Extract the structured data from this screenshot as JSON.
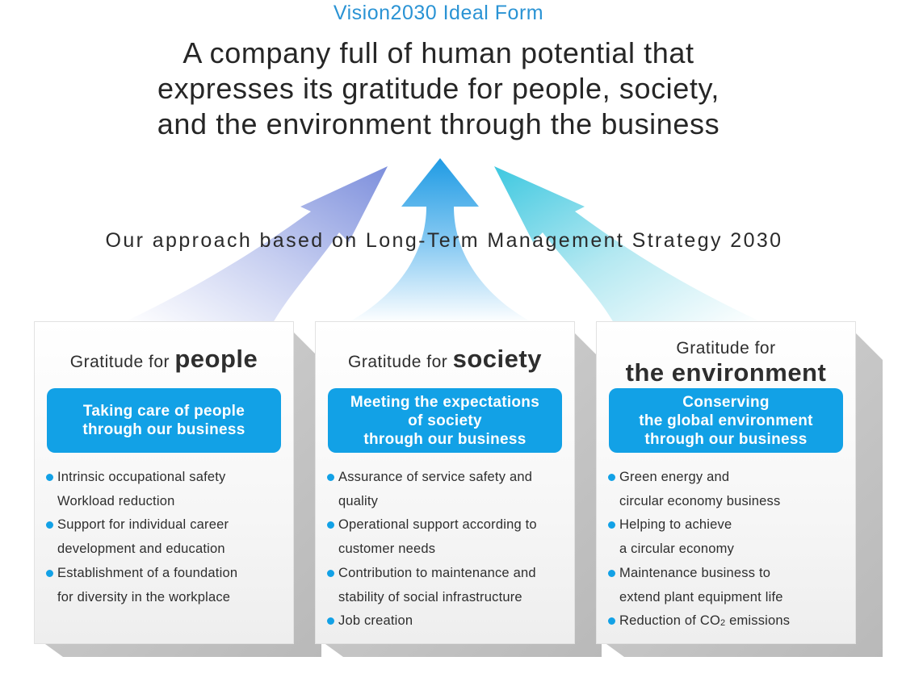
{
  "header": {
    "eyebrow": "Vision2030 Ideal Form",
    "vision_lines": [
      "A company full of human potential that",
      "expresses its gratitude for people, society,",
      "and the environment through the business"
    ]
  },
  "approach": "Our approach based on Long-Term Management Strategy 2030",
  "colors": {
    "accent": "#12a1e6",
    "eyebrow": "#2a93d4",
    "arrow_people": "#7d8fdc",
    "arrow_society": "#1f9be4",
    "arrow_environment": "#3ec8e0"
  },
  "cards": [
    {
      "head_prefix": "Gratitude for ",
      "head_keyword": "people",
      "pill_lines": [
        "Taking care of people",
        "through our business"
      ],
      "items": [
        [
          "Intrinsic occupational safety",
          "Workload reduction"
        ],
        [
          "Support for individual career",
          "development and education"
        ],
        [
          "Establishment of a foundation",
          "for diversity in the workplace"
        ]
      ]
    },
    {
      "head_prefix": "Gratitude for ",
      "head_keyword": "society",
      "pill_lines": [
        "Meeting the expectations",
        "of society",
        "through our business"
      ],
      "items": [
        [
          "Assurance of service safety and",
          "quality"
        ],
        [
          "Operational support according to",
          "customer needs"
        ],
        [
          "Contribution to maintenance and",
          "stability of social infrastructure"
        ],
        [
          "Job creation"
        ]
      ]
    },
    {
      "head_prefix": "Gratitude for",
      "head_keyword": "the environment",
      "pill_lines": [
        "Conserving",
        "the global environment",
        "through our business"
      ],
      "items": [
        [
          "Green energy and",
          "circular economy business"
        ],
        [
          "Helping to achieve",
          "a circular economy"
        ],
        [
          "Maintenance business to",
          "extend plant equipment life"
        ],
        [
          "Reduction of CO",
          "2",
          " emissions"
        ]
      ]
    }
  ]
}
